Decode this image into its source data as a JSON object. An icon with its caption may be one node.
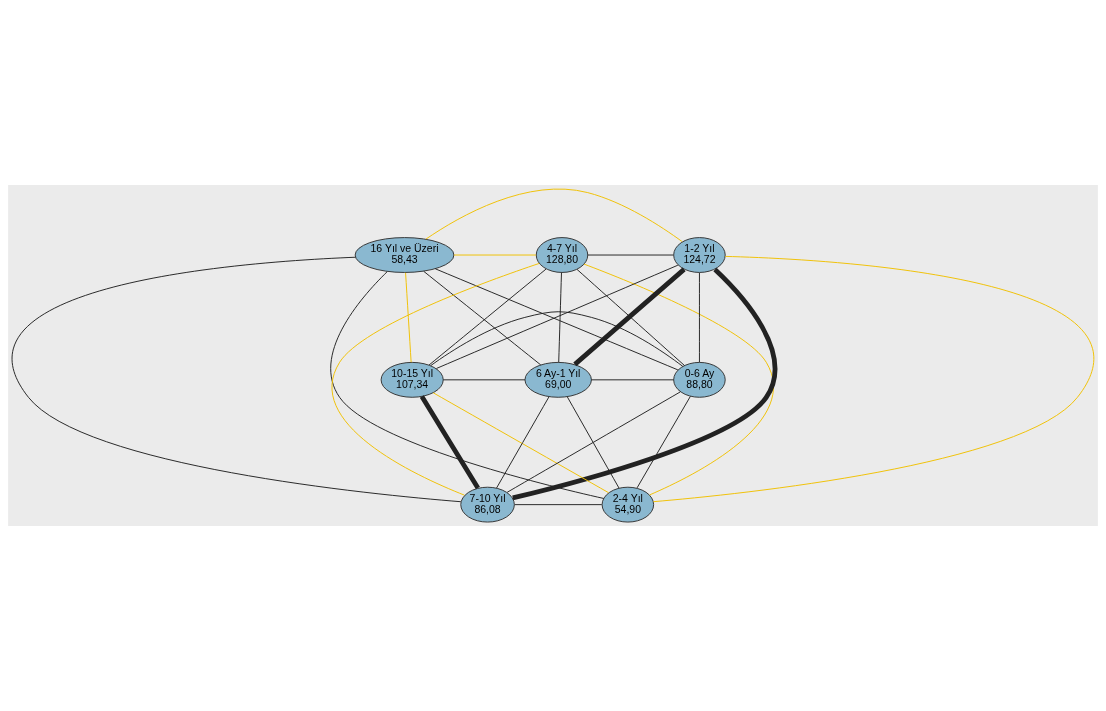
{
  "diagram": {
    "nodes": [
      {
        "text": [
          "16 Yıl ve Üzeri",
          "58,43"
        ]
      },
      {
        "text": [
          "4-7 Yıl",
          "128,80"
        ]
      },
      {
        "text": [
          "1-2 Yıl",
          "124,72"
        ]
      },
      {
        "text": [
          "10-15 Yıl",
          "107,34"
        ]
      },
      {
        "text": [
          "6 Ay-1 Yıl",
          "69,00"
        ]
      },
      {
        "text": [
          "0-6 Ay",
          "88,80"
        ]
      },
      {
        "text": [
          "7-10 Yıl",
          "86,08"
        ]
      },
      {
        "text": [
          "2-4 Yıl",
          "54,90"
        ]
      }
    ],
    "edges": [
      {
        "from": 0,
        "to": 1,
        "arrow": "none",
        "color": "#f0c000"
      },
      {
        "from": 0,
        "to": 2,
        "arrow": "none",
        "color": "#f0c000"
      },
      {
        "from": 0,
        "to": 3,
        "arrow": "none",
        "color": "#f0c000"
      },
      {
        "from": 0,
        "to": 4,
        "arrow": "none"
      },
      {
        "from": 0,
        "to": 5,
        "arrow": "none"
      },
      {
        "from": 0,
        "to": 6,
        "arrow": "none"
      },
      {
        "from": 0,
        "to": 7,
        "arrow": "none"
      },
      {
        "from": 1,
        "to": 2,
        "arrow": "none"
      },
      {
        "from": 1,
        "to": 3,
        "arrow": "none"
      },
      {
        "from": 1,
        "to": 4,
        "arrow": "none"
      },
      {
        "from": 1,
        "to": 5,
        "arrow": "none"
      },
      {
        "from": 1,
        "to": 6,
        "arrow": "none",
        "color": "#f0c000"
      },
      {
        "from": 1,
        "to": 7,
        "arrow": "none",
        "color": "#f0c000"
      },
      {
        "from": 2,
        "to": 3,
        "arrow": "none"
      },
      {
        "from": 2,
        "to": 4,
        "arrow": "none",
        "style": "thick"
      },
      {
        "from": 2,
        "to": 5,
        "arrow": "none"
      },
      {
        "from": 2,
        "to": 6,
        "arrow": "none",
        "style": "thick"
      },
      {
        "from": 2,
        "to": 7,
        "arrow": "none",
        "color": "#f0c000"
      },
      {
        "from": 3,
        "to": 4,
        "arrow": "none"
      },
      {
        "from": 3,
        "to": 5,
        "arrow": "none"
      },
      {
        "from": 3,
        "to": 6,
        "arrow": "none",
        "style": "thick"
      },
      {
        "from": 3,
        "to": 7,
        "arrow": "none",
        "color": "#f0c000"
      },
      {
        "from": 4,
        "to": 5,
        "arrow": "none"
      },
      {
        "from": 4,
        "to": 6,
        "arrow": "none"
      },
      {
        "from": 4,
        "to": 7,
        "arrow": "none"
      },
      {
        "from": 5,
        "to": 6,
        "arrow": "none"
      },
      {
        "from": 5,
        "to": 7,
        "arrow": "none"
      },
      {
        "from": 6,
        "to": 7,
        "arrow": "none"
      }
    ]
  }
}
